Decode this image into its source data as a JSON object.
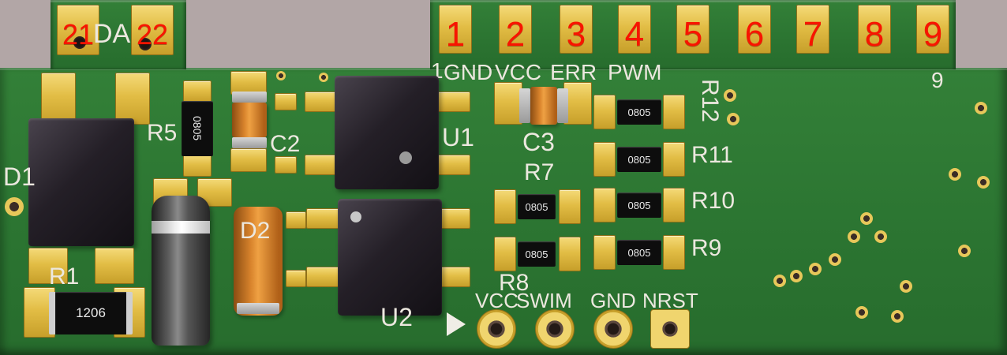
{
  "colors": {
    "background": "#b2a6a6",
    "board_green": "#2d7a33",
    "pad_gold": "#e2bd45",
    "silkscreen_white": "#ece8df",
    "designator_red": "#f81400"
  },
  "tab_left": {
    "silk_label": "DA",
    "pad_numbers": [
      "21",
      "22"
    ]
  },
  "tab_right": {
    "pad_numbers": [
      "1",
      "2",
      "3",
      "4",
      "5",
      "6",
      "7",
      "8",
      "9"
    ]
  },
  "silk": {
    "pin1": "1",
    "pin9": "9",
    "top_signals": [
      "GND",
      "VCC",
      "ERR",
      "PWM"
    ],
    "bottom_signals": [
      "VCC",
      "SWIM",
      "GND",
      "NRST"
    ]
  },
  "components": {
    "D1": {
      "ref": "D1"
    },
    "R1": {
      "ref": "R1",
      "marking": "1206"
    },
    "R5": {
      "ref": "R5",
      "marking": "0805"
    },
    "C2": {
      "ref": "C2"
    },
    "D2": {
      "ref": "D2"
    },
    "U1": {
      "ref": "U1"
    },
    "U2": {
      "ref": "U2"
    },
    "C3": {
      "ref": "C3"
    },
    "R7": {
      "ref": "R7",
      "marking": "0805"
    },
    "R8": {
      "ref": "R8",
      "marking": "0805"
    },
    "R9": {
      "ref": "R9",
      "marking": "0805"
    },
    "R10": {
      "ref": "R10",
      "marking": "0805"
    },
    "R11": {
      "ref": "R11",
      "marking": "0805"
    },
    "R12": {
      "ref": "R12",
      "marking": "0805"
    }
  }
}
